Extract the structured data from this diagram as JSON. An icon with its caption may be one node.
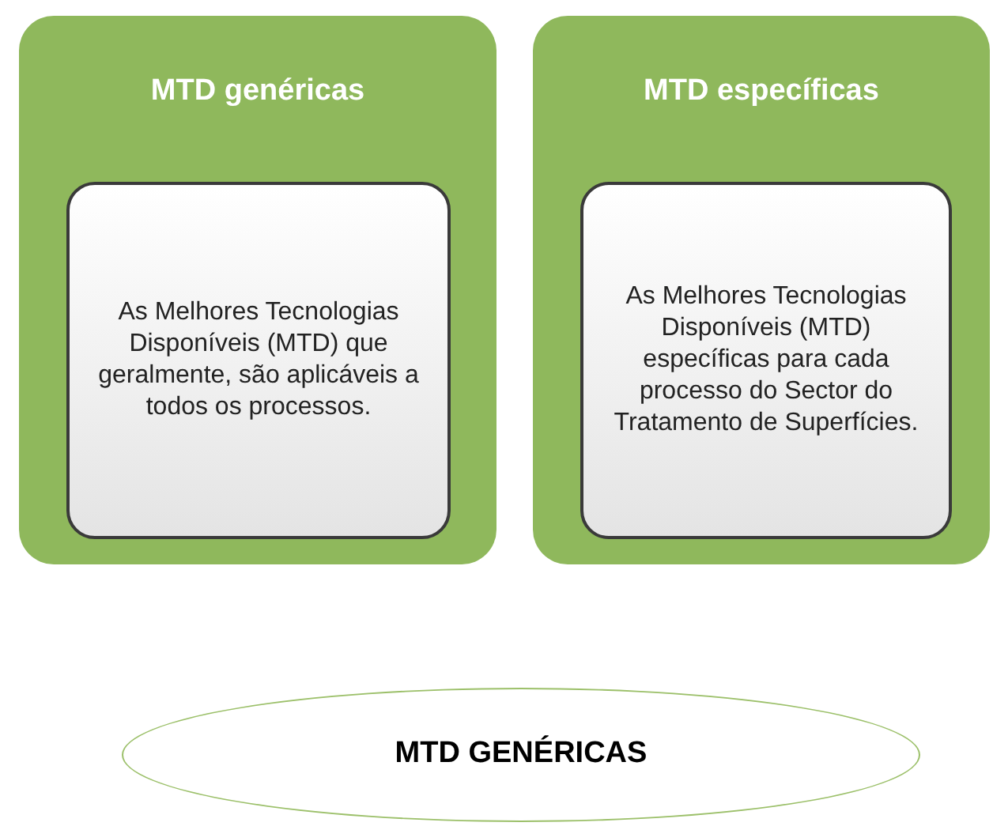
{
  "diagram": {
    "nodes": [
      {
        "text": [
          "MTD genéricas"
        ]
      },
      {
        "text": [
          "As Melhores Tecnologias Disponíveis (MTD) que geralmente, são aplicáveis a todos os processos."
        ],
        "in": 0
      },
      {
        "text": [
          "MTD específicas"
        ]
      },
      {
        "text": [
          "As Melhores Tecnologias Disponíveis (MTD) específicas para cada processo do Sector do Tratamento de Superfícies."
        ],
        "in": 2
      },
      {
        "text": [
          "MTD GENÉRICAS"
        ]
      }
    ]
  }
}
